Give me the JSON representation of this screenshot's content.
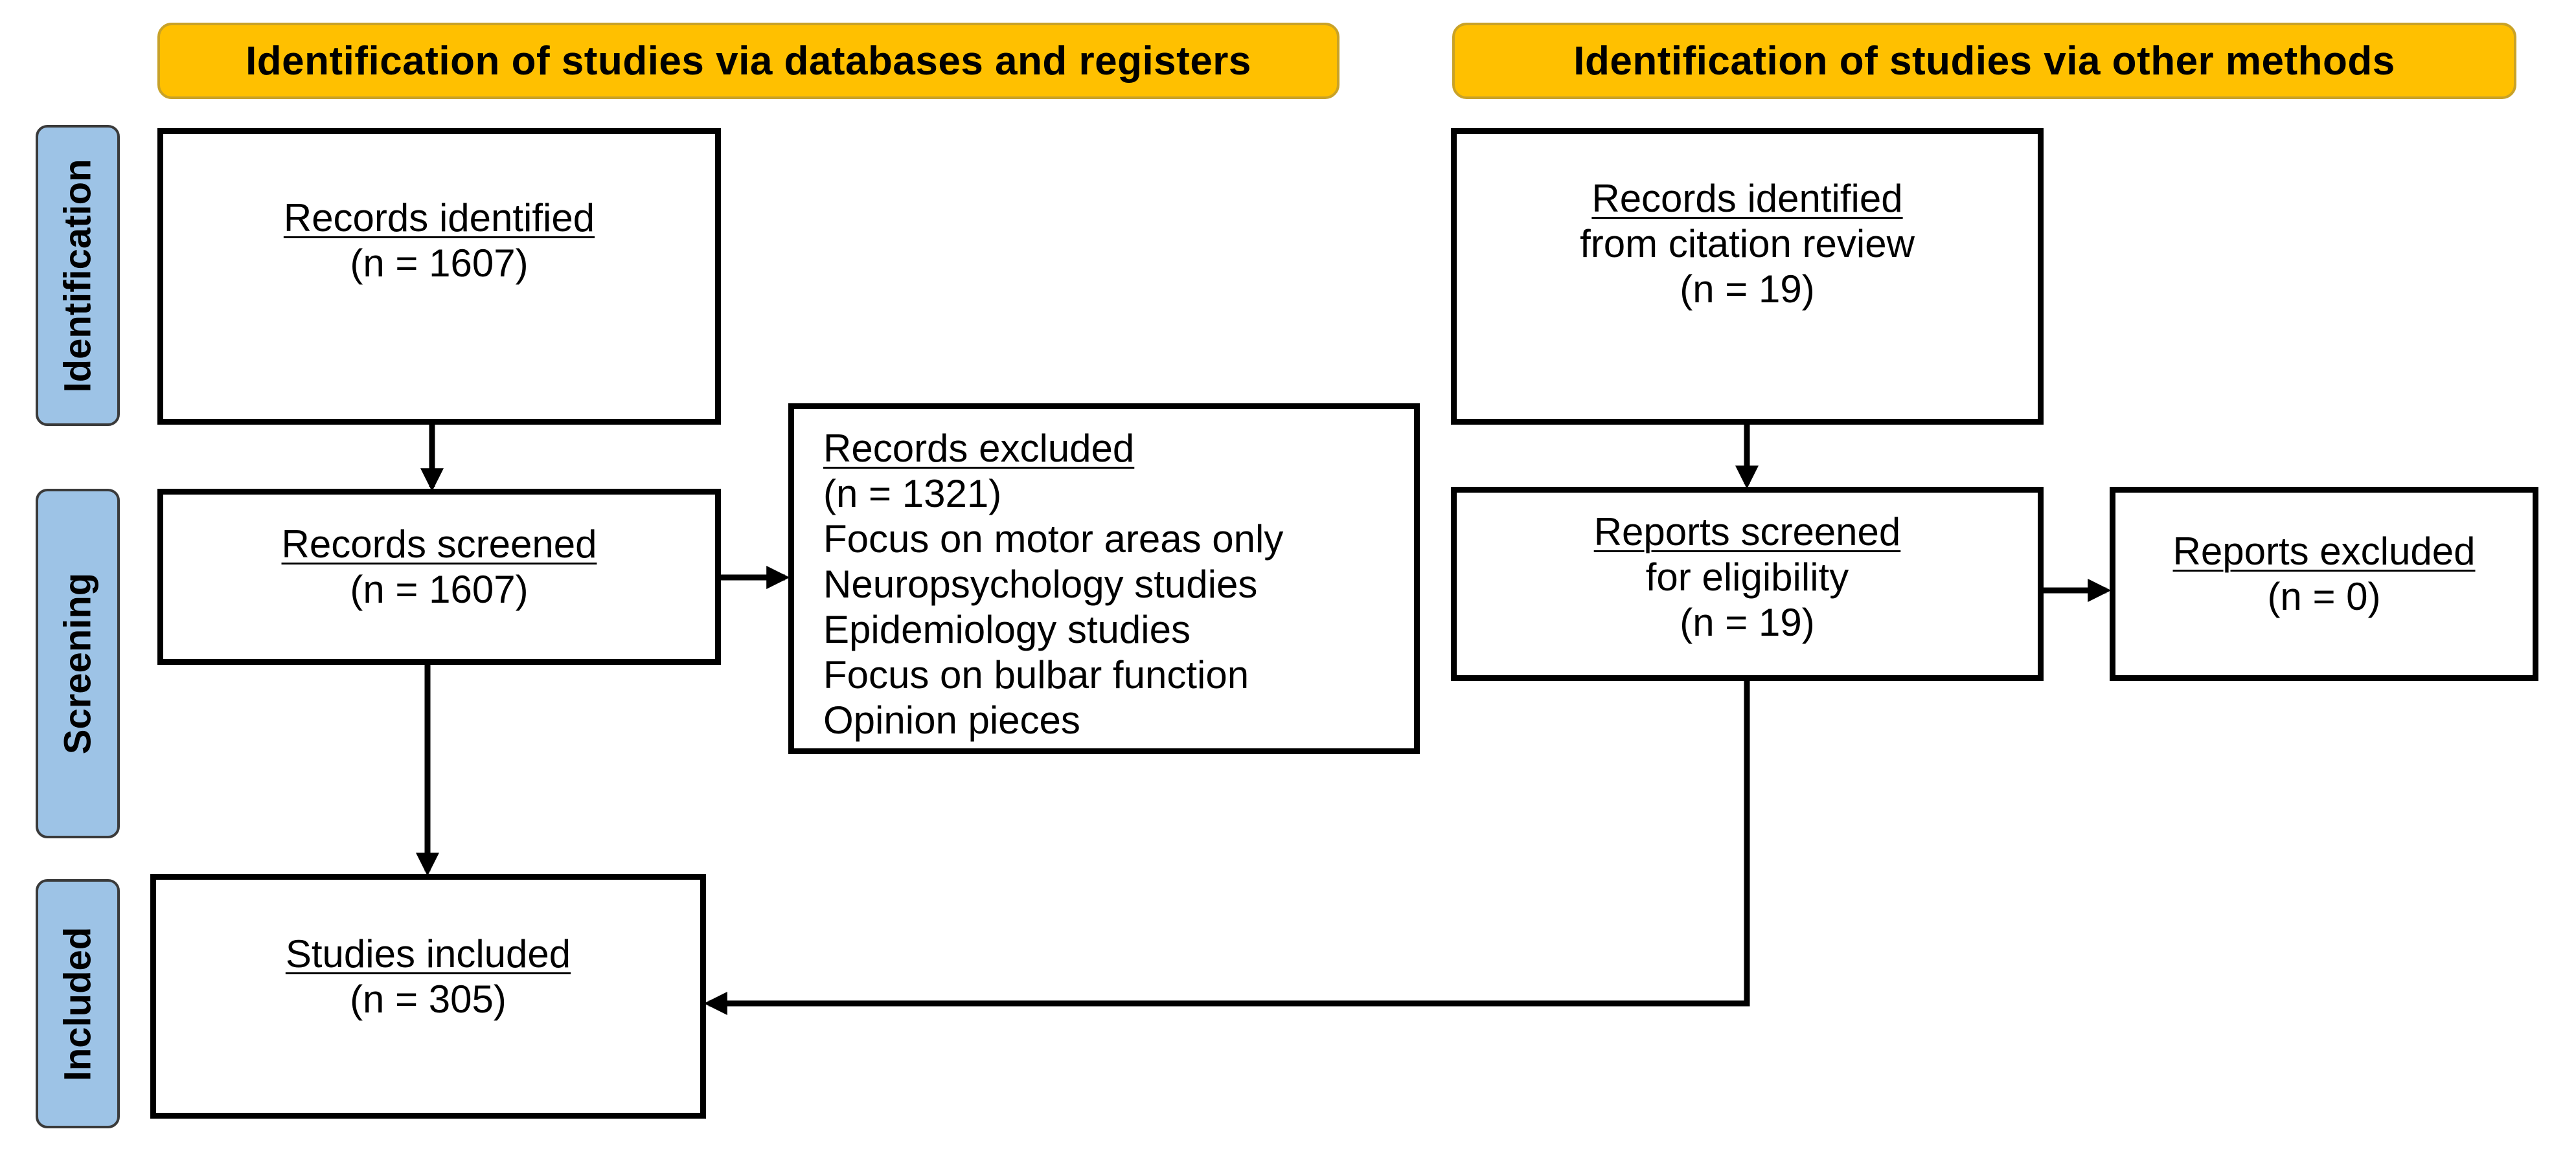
{
  "headers": {
    "left": "Identification of studies via databases and registers",
    "right": "Identification of studies via other methods"
  },
  "stages": {
    "identification": "Identification",
    "screening": "Screening",
    "included": "Included"
  },
  "boxes": {
    "records_identified": {
      "title": "Records identified",
      "count": "(n = 1607)"
    },
    "records_screened": {
      "title": "Records screened",
      "count": "(n = 1607)"
    },
    "records_excluded": {
      "title": "Records excluded",
      "count": "(n = 1321)",
      "reasons": [
        "Focus on motor areas only",
        "Neuropsychology studies",
        "Epidemiology studies",
        "Focus on bulbar function",
        "Opinion pieces"
      ]
    },
    "studies_included": {
      "title": "Studies included",
      "count": "(n = 305)"
    },
    "citation_records": {
      "title": "Records identified",
      "subtitle": "from citation review",
      "count": "(n = 19)"
    },
    "reports_screened": {
      "title": "Reports screened",
      "subtitle": "for eligibility",
      "count": "(n = 19)"
    },
    "reports_excluded": {
      "title": "Reports excluded",
      "count": "(n = 0)"
    }
  }
}
